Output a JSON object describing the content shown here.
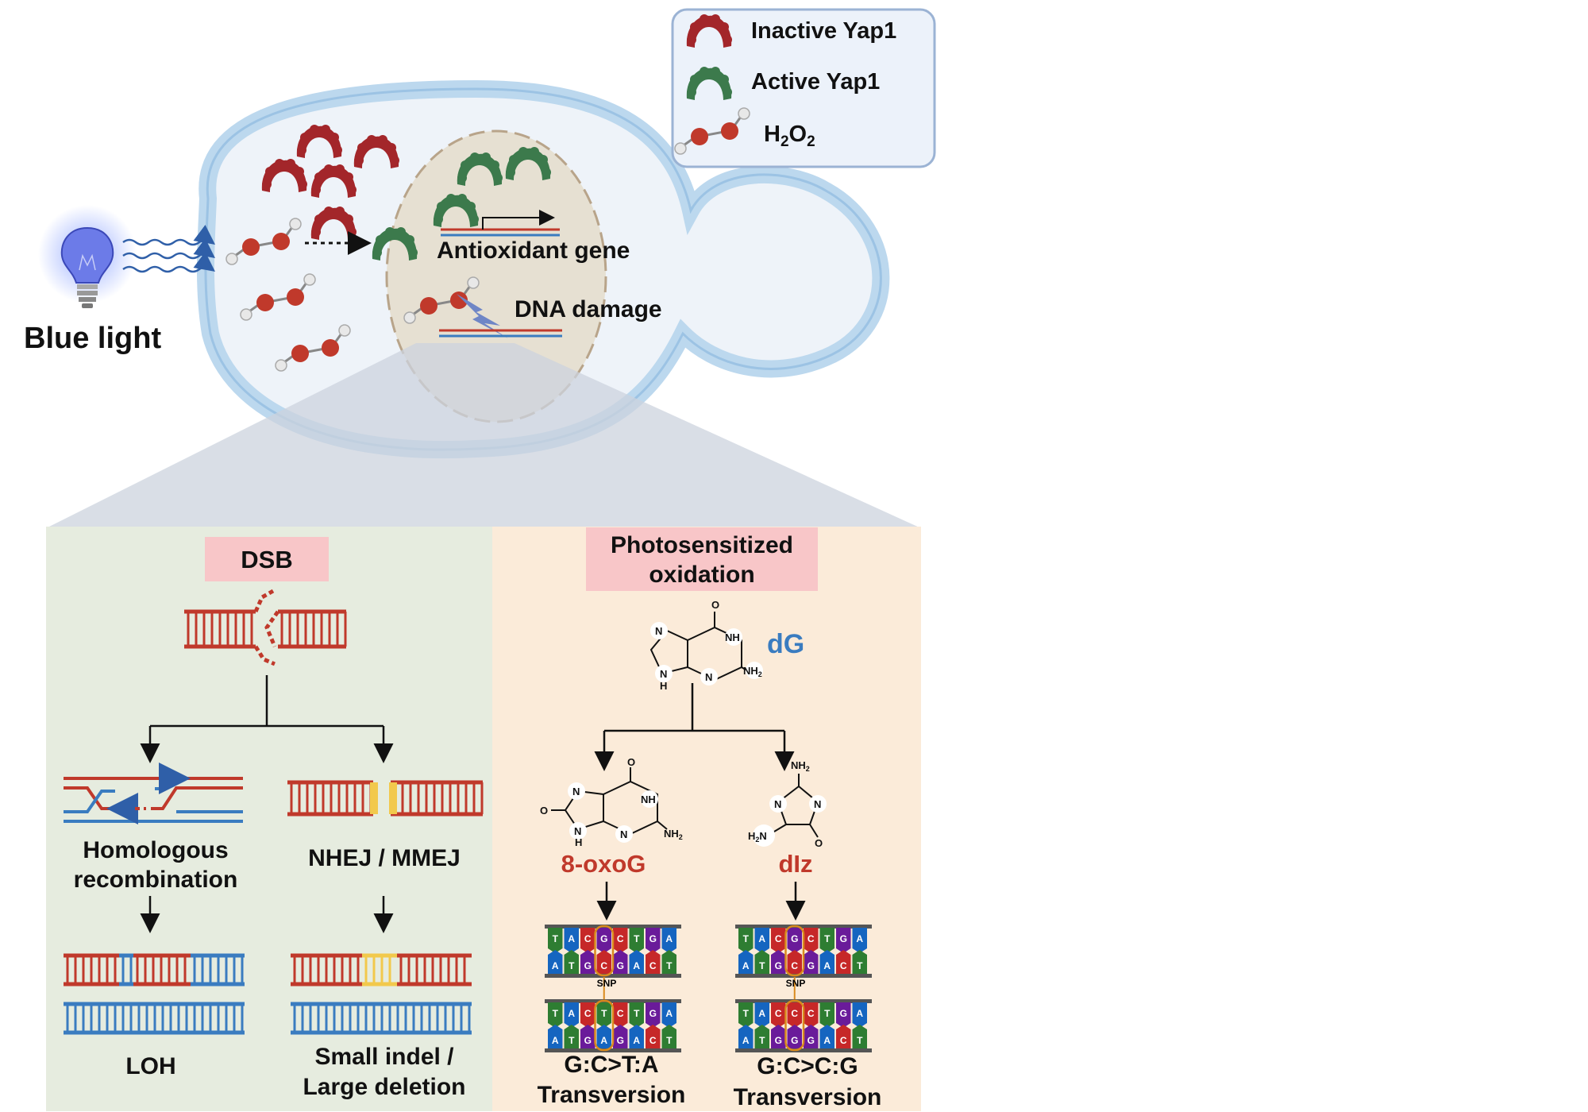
{
  "legend": {
    "inactive_label": "Inactive Yap1",
    "active_label": "Active Yap1",
    "h2o2_label": "H",
    "h2o2_sub1": "2",
    "h2o2_mid": "O",
    "h2o2_sub2": "2"
  },
  "cell": {
    "blue_light": "Blue light",
    "antioxidant_gene": "Antioxidant gene",
    "dna_damage": "DNA damage"
  },
  "atoms": {
    "O": "O",
    "H": "H",
    "N": "N",
    "NH": "NH",
    "NH2": "NH",
    "sub2": "2"
  },
  "dsb_panel": {
    "title": "DSB",
    "hr_line1": "Homologous",
    "hr_line2": "recombination",
    "nhej": "NHEJ / MMEJ",
    "loh": "LOH",
    "indel_line1": "Small indel /",
    "indel_line2": "Large deletion"
  },
  "oxidation_panel": {
    "title_line1": "Photosensitized",
    "title_line2": "oxidation",
    "dg": "dG",
    "oxog": "8-oxoG",
    "diz": "dIz",
    "snp1": "SNP",
    "snp2": "SNP",
    "tv1_line1": "G:C>T:A",
    "tv1_line2": "Transversion",
    "tv2_line1": "G:C>C:G",
    "tv2_line2": "Transversion",
    "seqA": {
      "top_before": [
        "T",
        "A",
        "C",
        "G",
        "C",
        "T",
        "G",
        "A"
      ],
      "bottom_before": [
        "A",
        "T",
        "G",
        "C",
        "G",
        "A",
        "C",
        "T"
      ],
      "top_after": [
        "T",
        "A",
        "C",
        "T",
        "C",
        "T",
        "G",
        "A"
      ],
      "bottom_after": [
        "A",
        "T",
        "G",
        "A",
        "G",
        "A",
        "C",
        "T"
      ]
    },
    "seqB": {
      "top_before": [
        "T",
        "A",
        "C",
        "G",
        "C",
        "T",
        "G",
        "A"
      ],
      "bottom_before": [
        "A",
        "T",
        "G",
        "C",
        "G",
        "A",
        "C",
        "T"
      ],
      "top_after": [
        "T",
        "A",
        "C",
        "C",
        "C",
        "T",
        "G",
        "A"
      ],
      "bottom_after": [
        "A",
        "T",
        "G",
        "G",
        "G",
        "A",
        "C",
        "T"
      ]
    }
  },
  "colors": {
    "inactive_yap1": "#a3262a",
    "active_yap1": "#3c7a4c",
    "cell_membrane": "#bcd8ee",
    "cell_fill": "#eef3f9",
    "nucleus": "#e6e0d2",
    "dsb_panel_bg": "#e6ecdf",
    "ox_panel_bg": "#fbebd9",
    "title_box": "#f8c6c8",
    "accent_red": "#c0392b",
    "accent_blue": "#3a7cc0",
    "base_T": "#2e7d32",
    "base_A": "#1565c0",
    "base_C": "#c62828",
    "base_G": "#6a1b9a"
  }
}
